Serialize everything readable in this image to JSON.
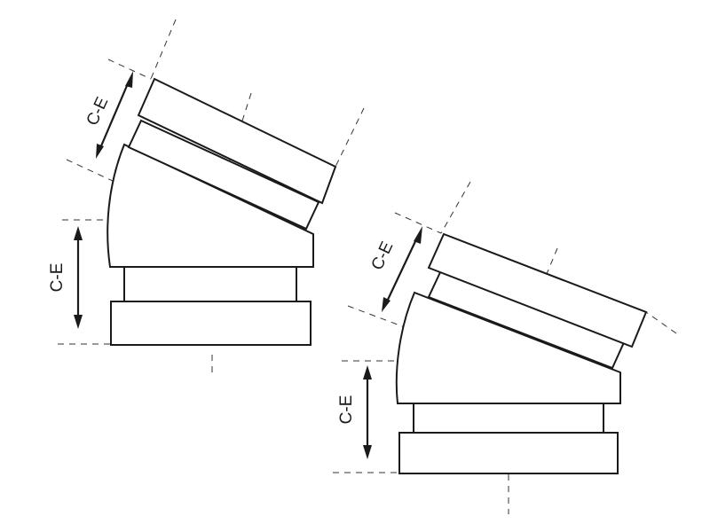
{
  "fittings": [
    {
      "id": "fitting-left",
      "upper_label": "C-E",
      "lower_label": "C-E"
    },
    {
      "id": "fitting-right",
      "upper_label": "C-E",
      "lower_label": "C-E"
    }
  ],
  "colors": {
    "stroke": "#1a1a1a",
    "background": "#ffffff"
  }
}
